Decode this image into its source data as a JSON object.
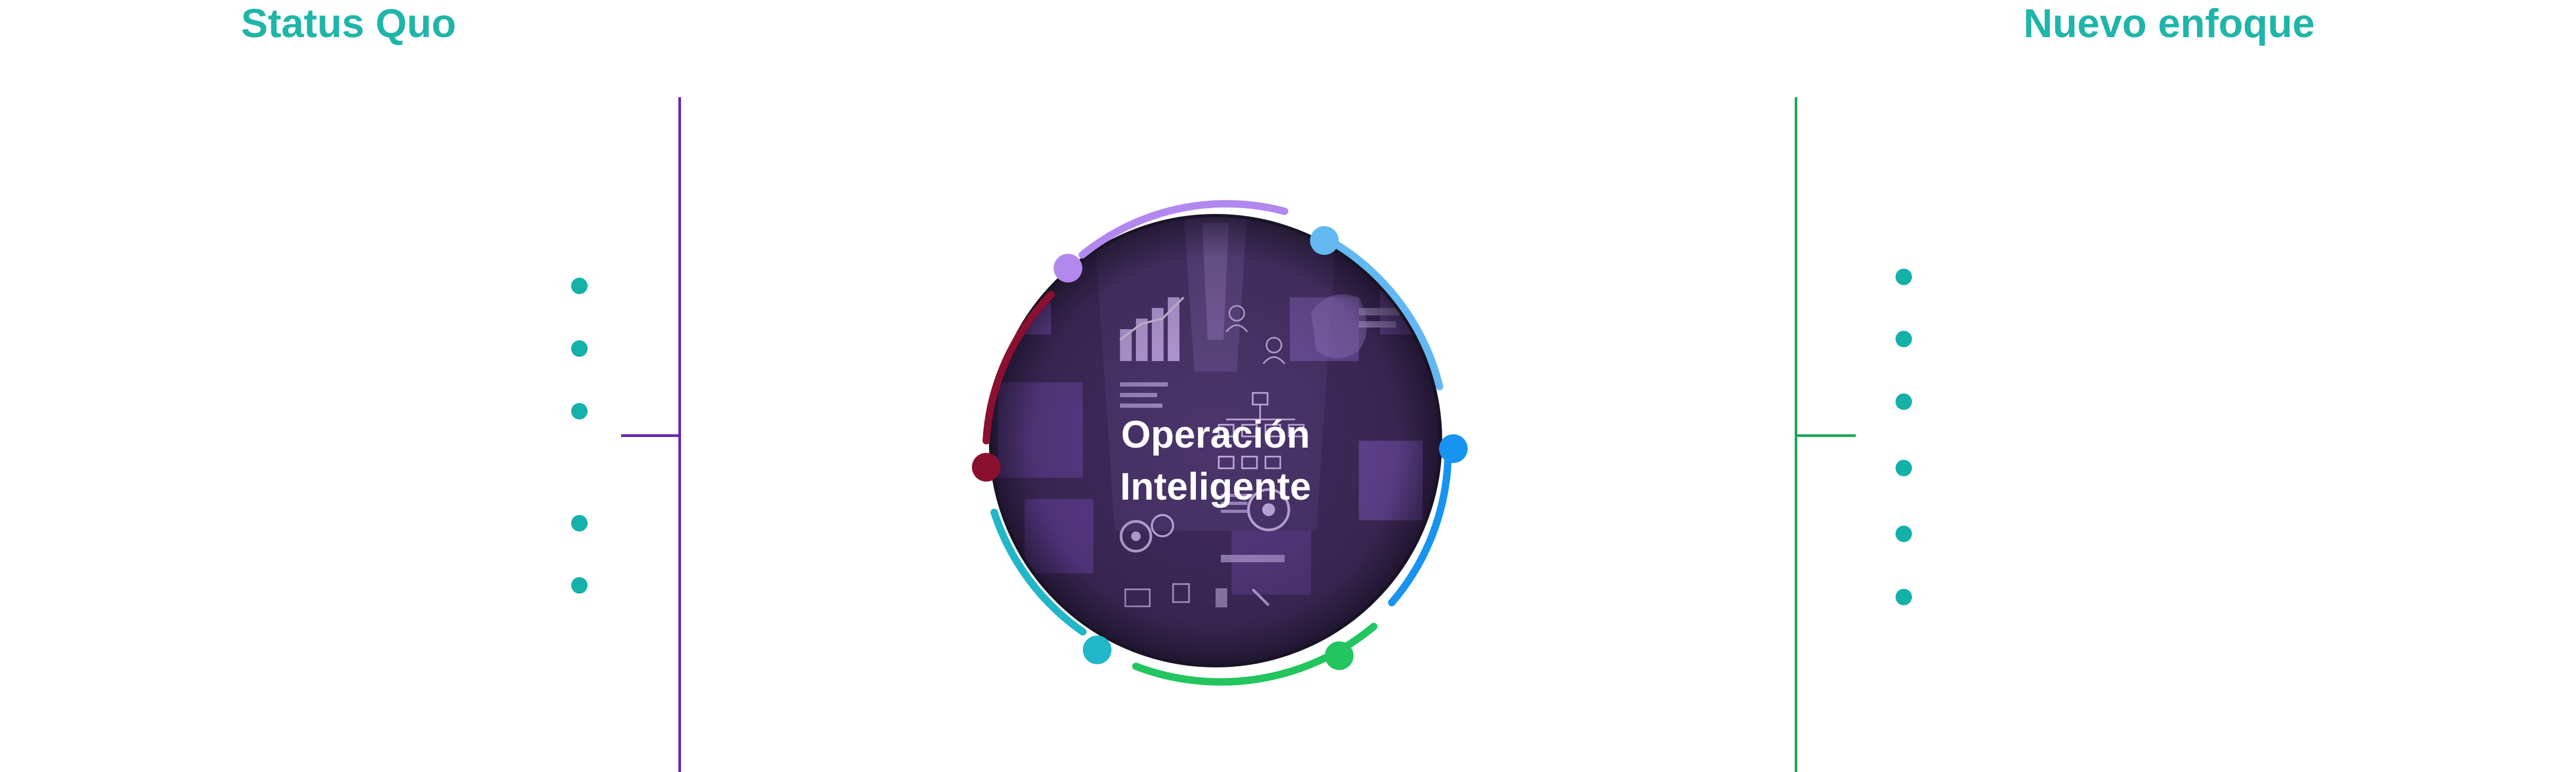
{
  "headings": {
    "left": "Status Quo",
    "right": "Nuevo enfoque"
  },
  "center": {
    "line1": "Operación",
    "line2": "Inteligente"
  },
  "colors": {
    "heading": "#1fb5aa",
    "bullet": "#14b1a8",
    "left_bracket": "#6a24b0",
    "right_bracket": "#21a55a",
    "circle_fill": "#2b1f3a",
    "circle_overlay": "#7a4cc0",
    "arc_purple": "#b388ee",
    "arc_lightblue": "#63b8f2",
    "arc_blue": "#1793f0",
    "arc_green": "#22c55e",
    "arc_teal": "#21b7c9",
    "arc_crimson": "#8b0f2e"
  },
  "icons": {
    "background": "business-collage-image"
  }
}
